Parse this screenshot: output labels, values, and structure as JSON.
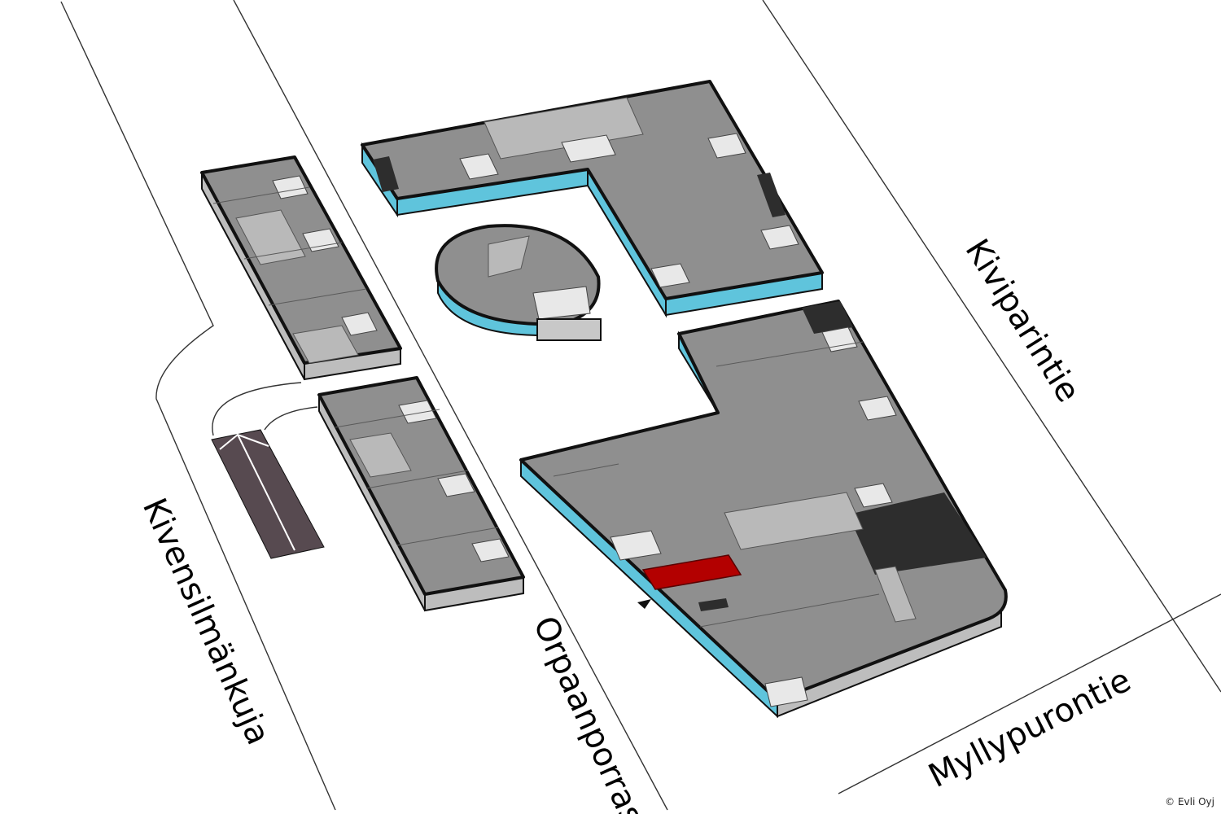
{
  "streets": {
    "kivensilmankuja": "Kivensilmänkuja",
    "orpaanporras": "Orpaanporras",
    "kiviparintie": "Kiviparintie",
    "myllypurontie": "Myllypurontie"
  },
  "copyright": "© Evli Oyj",
  "colors": {
    "building_floor": "#8f8f8f",
    "building_floor_light": "#a9a9a9",
    "glass_facade": "#5fc4dc",
    "highlight_room": "#b30000",
    "dark_block": "#2d2d2d",
    "parking_ramp": "#574a50"
  },
  "markers": {
    "highlighted_space": "highlight-room",
    "entrance": "entrance-marker-icon"
  }
}
